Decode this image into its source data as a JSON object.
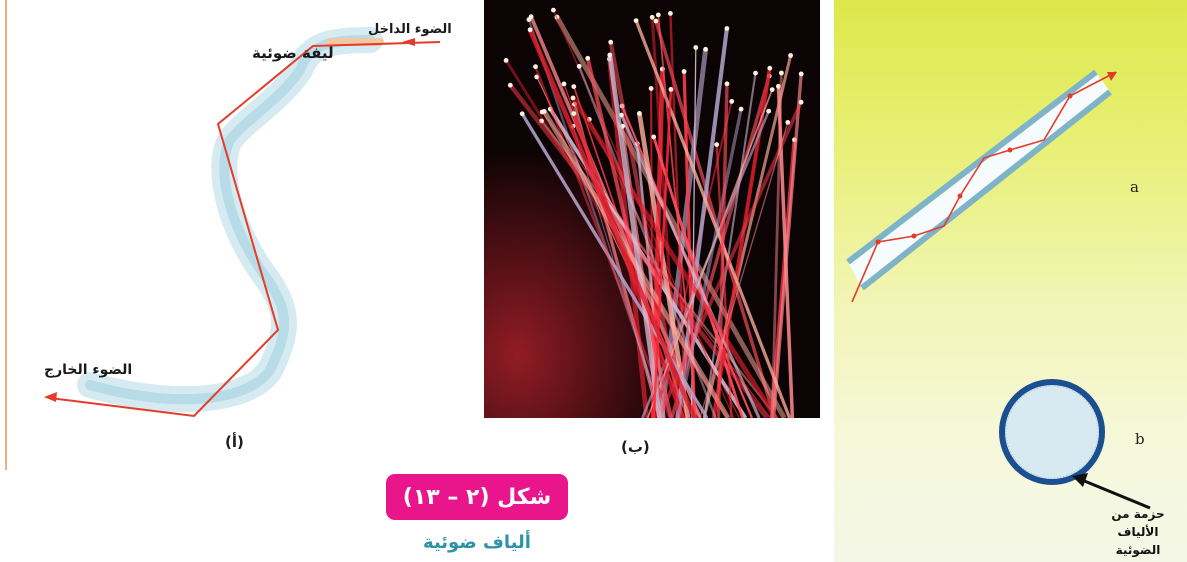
{
  "figure": {
    "caption": "شكل (٢ – ١٣)",
    "subtitle": "ألياف ضوئية"
  },
  "panel_a": {
    "incoming_light": "الضوء الداخل",
    "fiber_label": "ليفة ضوئية",
    "outgoing_light": "الضوء الخارج",
    "sub_label": "(أ)"
  },
  "panel_b": {
    "sub_label": "(ب)"
  },
  "panel_c": {
    "label_a": "a",
    "label_b": "b",
    "bundle_label_line1": "حزمة من الألياف",
    "bundle_label_line2": "الضوئية"
  },
  "colors": {
    "caption_bg": "#e8168a",
    "subtitle_text": "#2e93a8",
    "ray": "#e53b2a",
    "fiber_glow": "#b9dde8"
  }
}
